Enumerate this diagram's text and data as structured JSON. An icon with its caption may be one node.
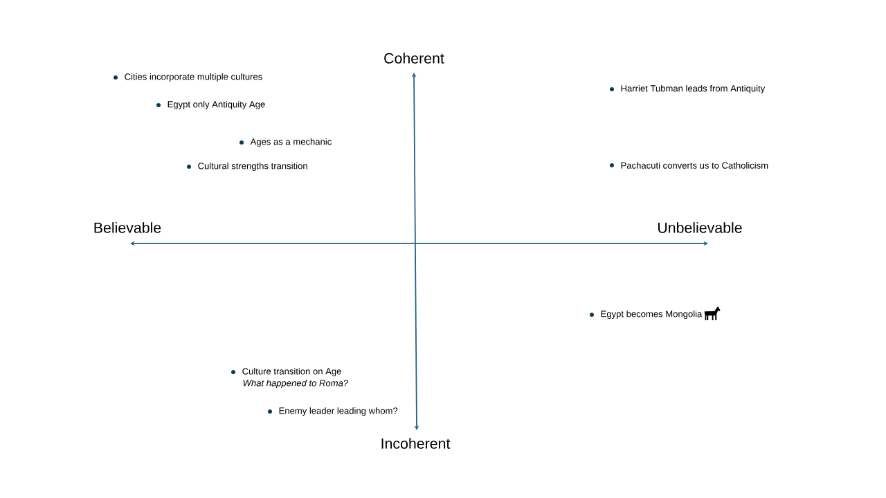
{
  "diagram": {
    "labels": [
      "Coherent",
      "Cities incorporate multiple cultures",
      "Harriet Tubman leads from Antiquity",
      "Egypt only Antiquity Age",
      "Ages as a mechanic",
      "Cultural strengths transition",
      "Pachacuti converts us to Catholicism",
      "Believable",
      "Unbelievable",
      "Egypt becomes Mongolia",
      "Culture transition on Age",
      "What happened to Roma?",
      "Enemy leader leading whom?",
      "Incoherent"
    ]
  }
}
